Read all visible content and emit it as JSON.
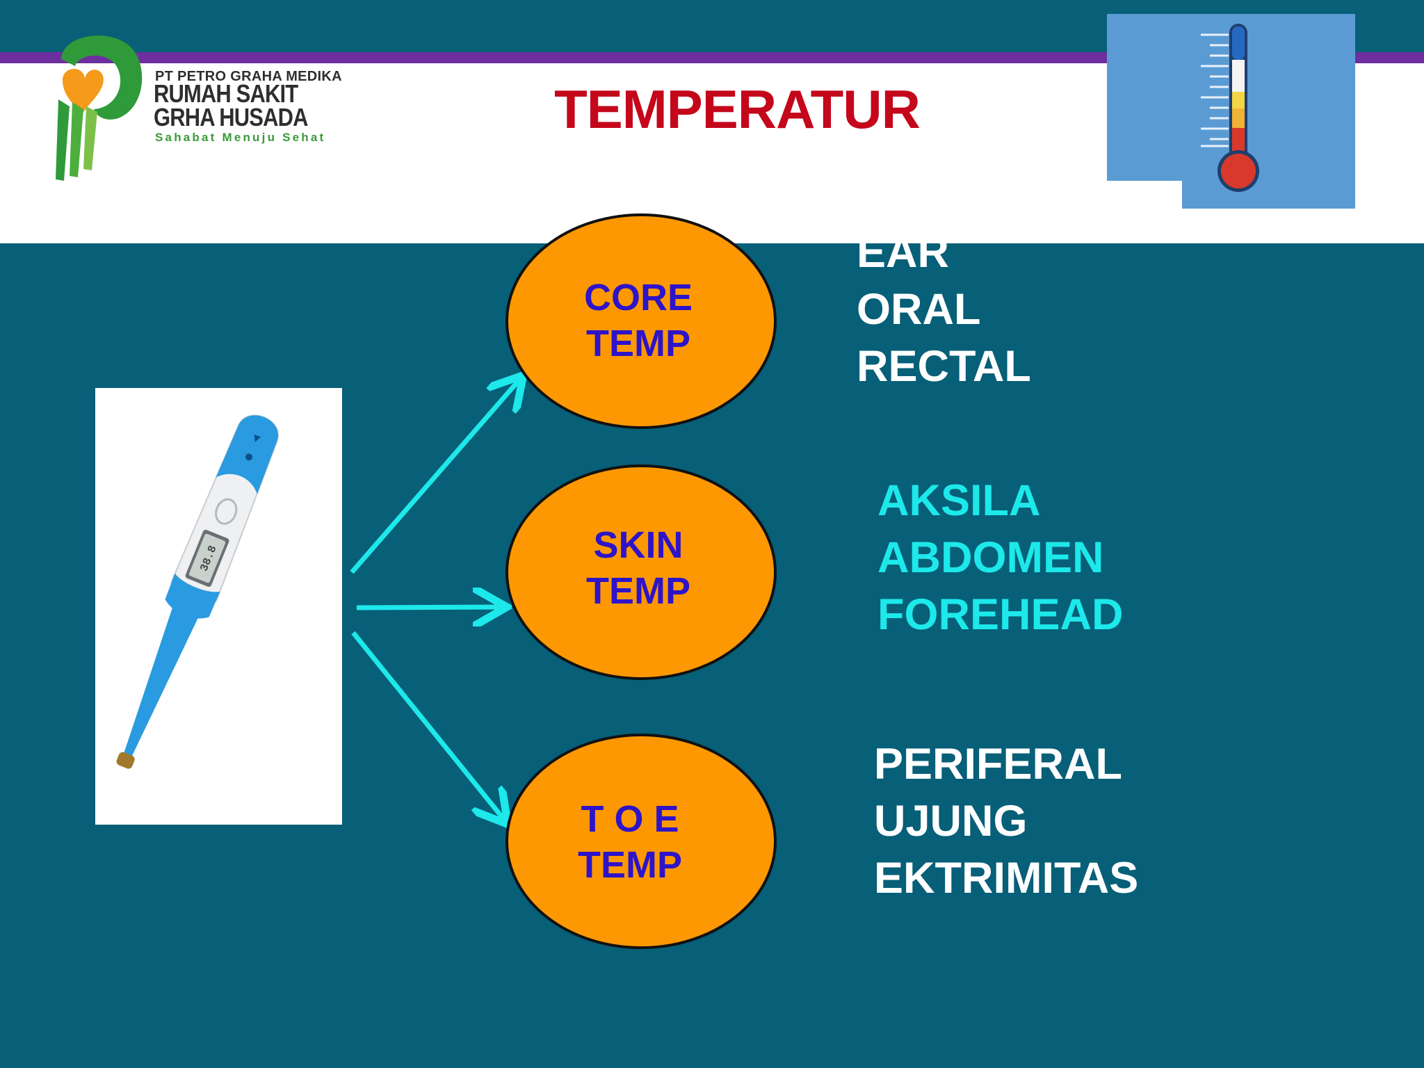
{
  "header": {
    "org_small": "PT PETRO GRAHA MEDIKA",
    "org_line1": "RUMAH SAKIT",
    "org_line2": "GRHA HUSADA",
    "tagline": "Sahabat Menuju Sehat",
    "title": "TEMPERATUR"
  },
  "categories": [
    {
      "line1": "CORE",
      "line2": "TEMP",
      "sites": [
        "EAR",
        "ORAL",
        "RECTAL"
      ]
    },
    {
      "line1": "SKIN",
      "line2": "TEMP",
      "sites": [
        "AKSILA",
        "ABDOMEN",
        "FOREHEAD"
      ]
    },
    {
      "line1": "T O E",
      "line2": "TEMP",
      "sites": [
        "PERIFERAL",
        "UJUNG",
        "EKTRIMITAS"
      ]
    }
  ],
  "device_display": "38.8",
  "colors": {
    "background": "#075f78",
    "accent_bar": "#6d2f9e",
    "title": "#c4071b",
    "ellipse_fill": "#fd9802",
    "ellipse_text": "#2e14c8",
    "arrow": "#1de8ea",
    "thermometer_tile": "#5b9bd3"
  },
  "icons": [
    "logo-icon",
    "thermometer-icon",
    "digital-thermometer-icon",
    "arrow-icon"
  ]
}
